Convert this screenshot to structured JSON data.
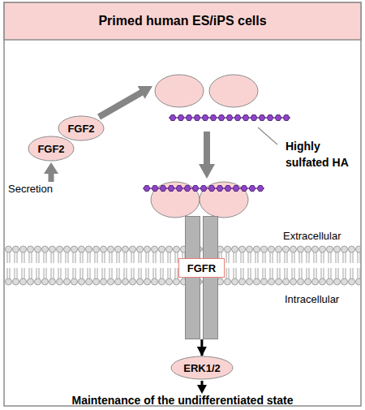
{
  "diagram": {
    "title": "Primed human ES/iPS cells",
    "nodes": [
      {
        "text": [
          "FGF2"
        ]
      },
      {
        "text": [
          "FGF2"
        ]
      },
      {
        "text": [
          "FGFR"
        ]
      },
      {
        "text": [
          "ERK1/2"
        ]
      }
    ],
    "edges": [
      {
        "from": 2,
        "to": 3,
        "arrow": "to"
      }
    ],
    "labels": [
      "Highly sulfated HA",
      "Secretion",
      "Extracellular",
      "Intracellular",
      "Maintenance of the undifferentiated state"
    ]
  }
}
